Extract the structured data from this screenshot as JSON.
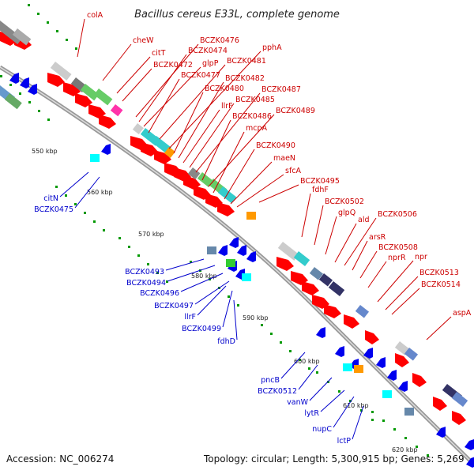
{
  "title": "Bacillus cereus E33L, complete genome",
  "footer": {
    "accession": "Accession: NC_006274",
    "summary": "Topology: circular; Length: 5,300,915 bp; Genes: 5,269"
  },
  "colors": {
    "forward_label": "#cc0000",
    "reverse_label": "#0000cc",
    "arrow_forward": "#ee0000",
    "arrow_reverse": "#0000ee",
    "backbone": "#888888",
    "tick": "#009900"
  },
  "ticks": [
    "550 kbp",
    "560 kbp",
    "570 kbp",
    "580 kbp",
    "590 kbp",
    "600 kbp",
    "610 kbp",
    "620 kbp"
  ],
  "forward_genes": [
    "colA",
    "cheW",
    "citT",
    "BCZK0472",
    "BCZK0476",
    "BCZK0474",
    "glpP",
    "BCZK0477",
    "BCZK0481",
    "pphA",
    "BCZK0480",
    "BCZK0482",
    "llrF",
    "BCZK0485",
    "BCZK0487",
    "BCZK0486",
    "BCZK0489",
    "mcpA",
    "BCZK0490",
    "maeN",
    "sfcA",
    "BCZK0495",
    "fdhF",
    "BCZK0502",
    "glpQ",
    "ald",
    "BCZK0506",
    "arsR",
    "BCZK0508",
    "nprR",
    "npr",
    "BCZK0513",
    "BCZK0514",
    "aspA"
  ],
  "reverse_genes": [
    "citN",
    "BCZK0475",
    "BCZK0493",
    "BCZK0494",
    "BCZK0496",
    "BCZK0497",
    "llrF",
    "BCZK0499",
    "fdhD",
    "pncB",
    "BCZK0512",
    "vanW",
    "lytR",
    "nupC",
    "lctP"
  ]
}
